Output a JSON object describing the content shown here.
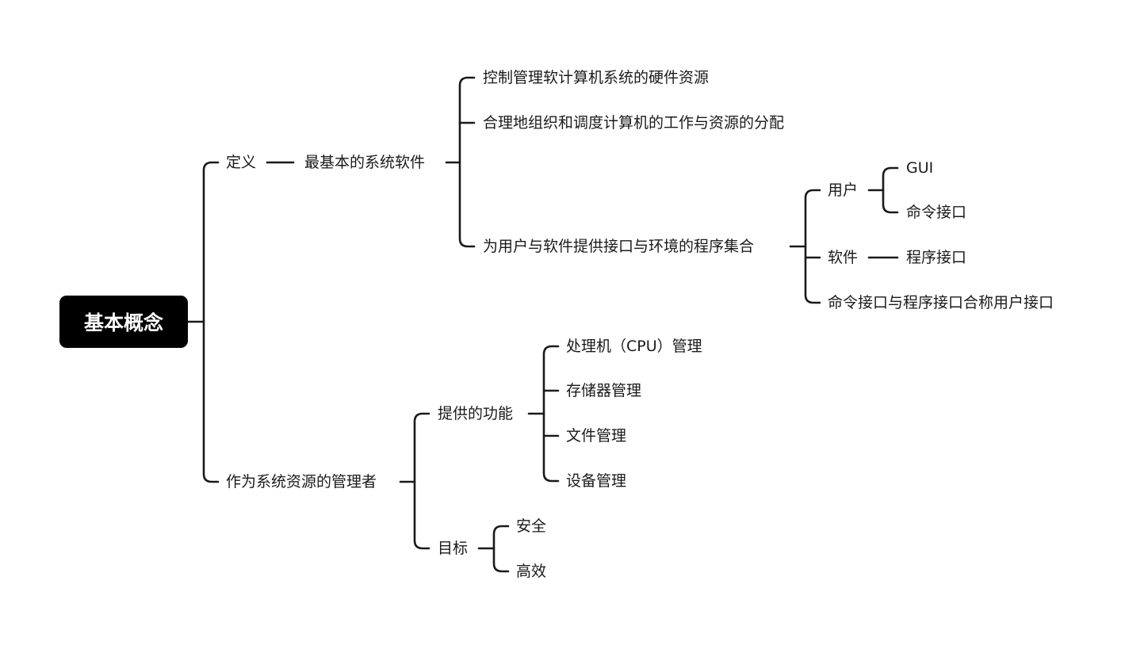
{
  "root": "基本概念",
  "nodes": {
    "definition": "定义",
    "basic_software": "最基本的系统软件",
    "control_hw": "控制管理软计算机系统的硬件资源",
    "schedule": "合理地组织和调度计算机的工作与资源的分配",
    "interface_set": "为用户与软件提供接口与环境的程序集合",
    "user": "用户",
    "gui": "GUI",
    "command_if": "命令接口",
    "software": "软件",
    "program_if": "程序接口",
    "user_if_note": "命令接口与程序接口合称用户接口",
    "manager": "作为系统资源的管理者",
    "functions": "提供的功能",
    "cpu_mgmt": "处理机（CPU）管理",
    "memory_mgmt": "存储器管理",
    "file_mgmt": "文件管理",
    "device_mgmt": "设备管理",
    "goal": "目标",
    "safe": "安全",
    "efficient": "高效"
  },
  "colors": {
    "line": "#1a1a1a",
    "root_bg": "#000000",
    "root_text": "#ffffff"
  }
}
